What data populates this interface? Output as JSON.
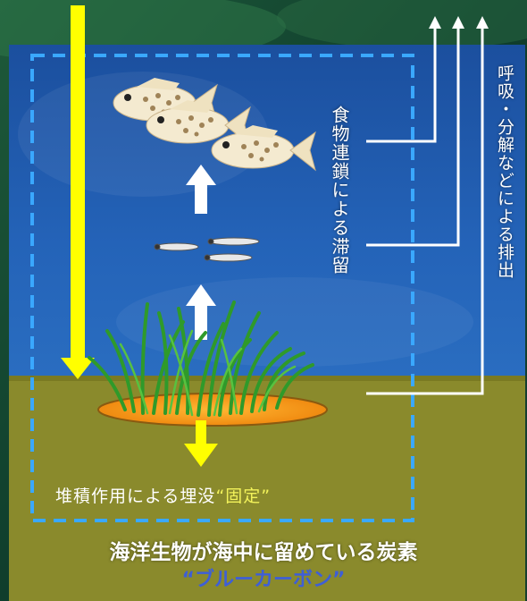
{
  "labels": {
    "food_chain_stagnation": "食物連鎖による滞留",
    "respiration_decomposition": "呼吸・分解などによる排出",
    "burial_prefix": "堆積作用による埋没",
    "burial_open_quote": "“",
    "burial_fixed": "固定",
    "burial_close_quote": "”",
    "caption": "海洋生物が海中に留めている炭素",
    "subcaption": "“ブルーカーボン”"
  },
  "colors": {
    "sea": "#1f56b4",
    "sediment": "#8a8a2c",
    "carbon_flow_arrow": "#ffff00",
    "dashed_box": "#3aa8ff",
    "subcaption": "#3e5fd6",
    "seagrass_bed": "#f5a623"
  },
  "icons": [
    "fish-icon",
    "plankton-icon",
    "seagrass-icon"
  ]
}
